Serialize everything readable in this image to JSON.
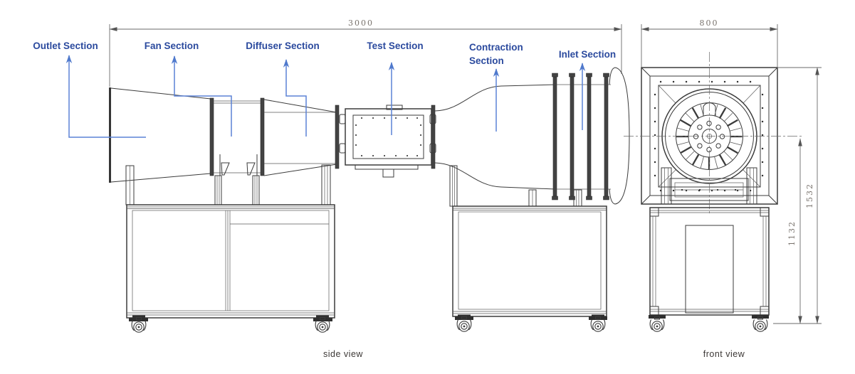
{
  "side_view": {
    "caption": "side view",
    "overall_length_dim": "3000",
    "labels": {
      "outlet": "Outlet Section",
      "fan": "Fan Section",
      "diffuser": "Diffuser Section",
      "test": "Test Section",
      "contraction_line1": "Contraction",
      "contraction_line2": "Section",
      "inlet": "Inlet Section"
    }
  },
  "front_view": {
    "caption": "front view",
    "width_dim": "800",
    "fan_axis_height_dim": "1132",
    "overall_height_dim": "1532"
  },
  "colors": {
    "section_label_blue": "#2b4a9e",
    "leader_arrow_blue": "#5b82d6",
    "drawing_line": "#3b3b3b",
    "dimension_text": "#77716b",
    "background": "#ffffff"
  }
}
